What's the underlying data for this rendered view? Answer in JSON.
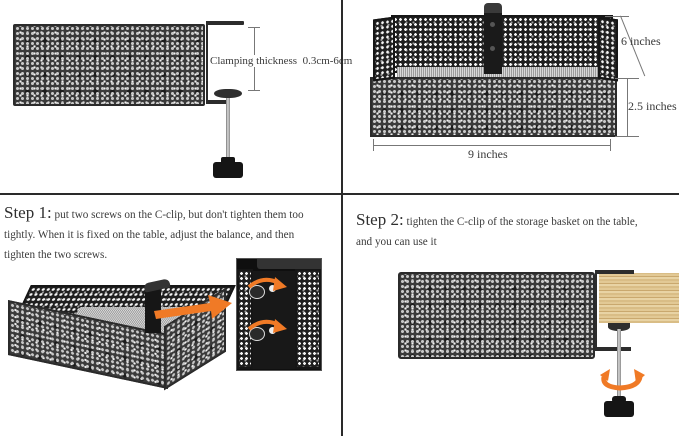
{
  "panels": {
    "top_left": {
      "clamp_label": "Clamping thickness",
      "clamp_range": "0.3cm-6cm"
    },
    "top_right": {
      "depth_label": "6 inches",
      "height_label": "2.5 inches",
      "width_label": "9 inches"
    },
    "bottom_left": {
      "step_heading": "Step 1:",
      "step_text_line1": "put two screws on the C-clip, but don't tighten them too",
      "step_text_line2": "tightly. When it is fixed on the table, adjust the balance, and then",
      "step_text_line3": "tighten the two screws."
    },
    "bottom_right": {
      "step_heading": "Step 2:",
      "step_text_line1": "tighten the C-clip of the storage basket on the table,",
      "step_text_line2": "and you can use it"
    }
  },
  "icons": {
    "arrow_right": "orange-arrow-right",
    "rotate_screw": "orange-rotate-arrows",
    "rotate_knob": "orange-rotate-arrows"
  },
  "colors": {
    "accent_orange": "#f07a26",
    "basket_black": "#2c2c2c",
    "divider": "#2a2a2a",
    "wood": "#dcc08a",
    "text": "#3a3a3a"
  }
}
